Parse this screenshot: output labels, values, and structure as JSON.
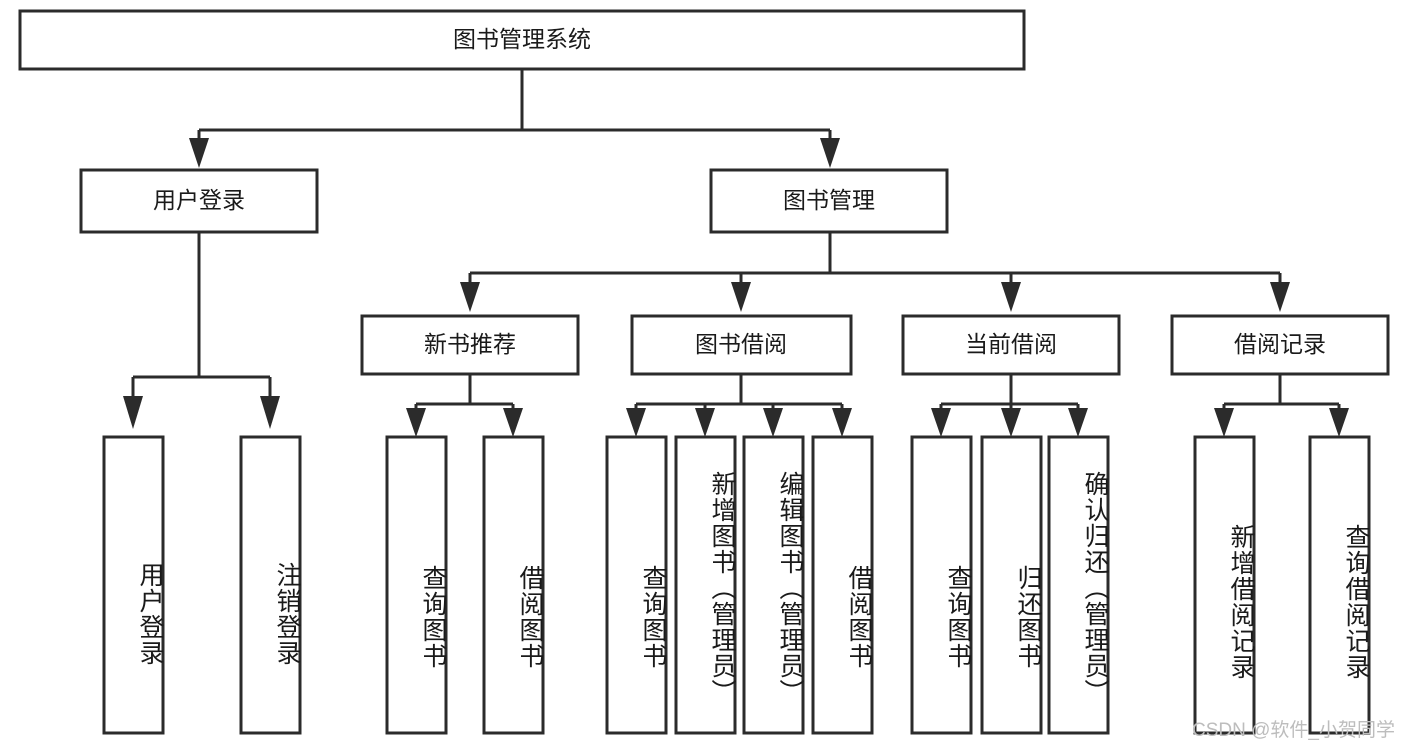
{
  "diagram": {
    "title": "图书管理系统",
    "type": "tree-hierarchy",
    "root": {
      "label": "图书管理系统",
      "orientation": "horizontal"
    },
    "level2": [
      {
        "label": "用户登录",
        "orientation": "horizontal"
      },
      {
        "label": "图书管理",
        "orientation": "horizontal"
      }
    ],
    "level3": [
      {
        "label": "新书推荐",
        "orientation": "horizontal",
        "parent": "图书管理"
      },
      {
        "label": "图书借阅",
        "orientation": "horizontal",
        "parent": "图书管理"
      },
      {
        "label": "当前借阅",
        "orientation": "horizontal",
        "parent": "图书管理"
      },
      {
        "label": "借阅记录",
        "orientation": "horizontal",
        "parent": "图书管理"
      }
    ],
    "leaves": [
      {
        "label": "用户登录",
        "parent": "用户登录",
        "orientation": "vertical"
      },
      {
        "label": "注销登录",
        "parent": "用户登录",
        "orientation": "vertical"
      },
      {
        "label": "查询图书",
        "parent": "新书推荐",
        "orientation": "vertical"
      },
      {
        "label": "借阅图书",
        "parent": "新书推荐",
        "orientation": "vertical"
      },
      {
        "label": "查询图书",
        "parent": "图书借阅",
        "orientation": "vertical"
      },
      {
        "label": "新增图书（管理员）",
        "parent": "图书借阅",
        "orientation": "vertical"
      },
      {
        "label": "编辑图书（管理员）",
        "parent": "图书借阅",
        "orientation": "vertical"
      },
      {
        "label": "借阅图书",
        "parent": "图书借阅",
        "orientation": "vertical"
      },
      {
        "label": "查询图书",
        "parent": "当前借阅",
        "orientation": "vertical"
      },
      {
        "label": "归还图书",
        "parent": "当前借阅",
        "orientation": "vertical"
      },
      {
        "label": "确认归还（管理员）",
        "parent": "当前借阅",
        "orientation": "vertical"
      },
      {
        "label": "新增借阅记录",
        "parent": "借阅记录",
        "orientation": "vertical"
      },
      {
        "label": "查询借阅记录",
        "parent": "借阅记录",
        "orientation": "vertical"
      }
    ],
    "colors": {
      "box_stroke": "#2b2b2b",
      "box_fill": "#ffffff",
      "text": "#1a1a1a",
      "background": "#ffffff",
      "watermark": "#bdbdbd"
    }
  },
  "watermark": {
    "text": "CSDN @软件_小贺同学"
  }
}
